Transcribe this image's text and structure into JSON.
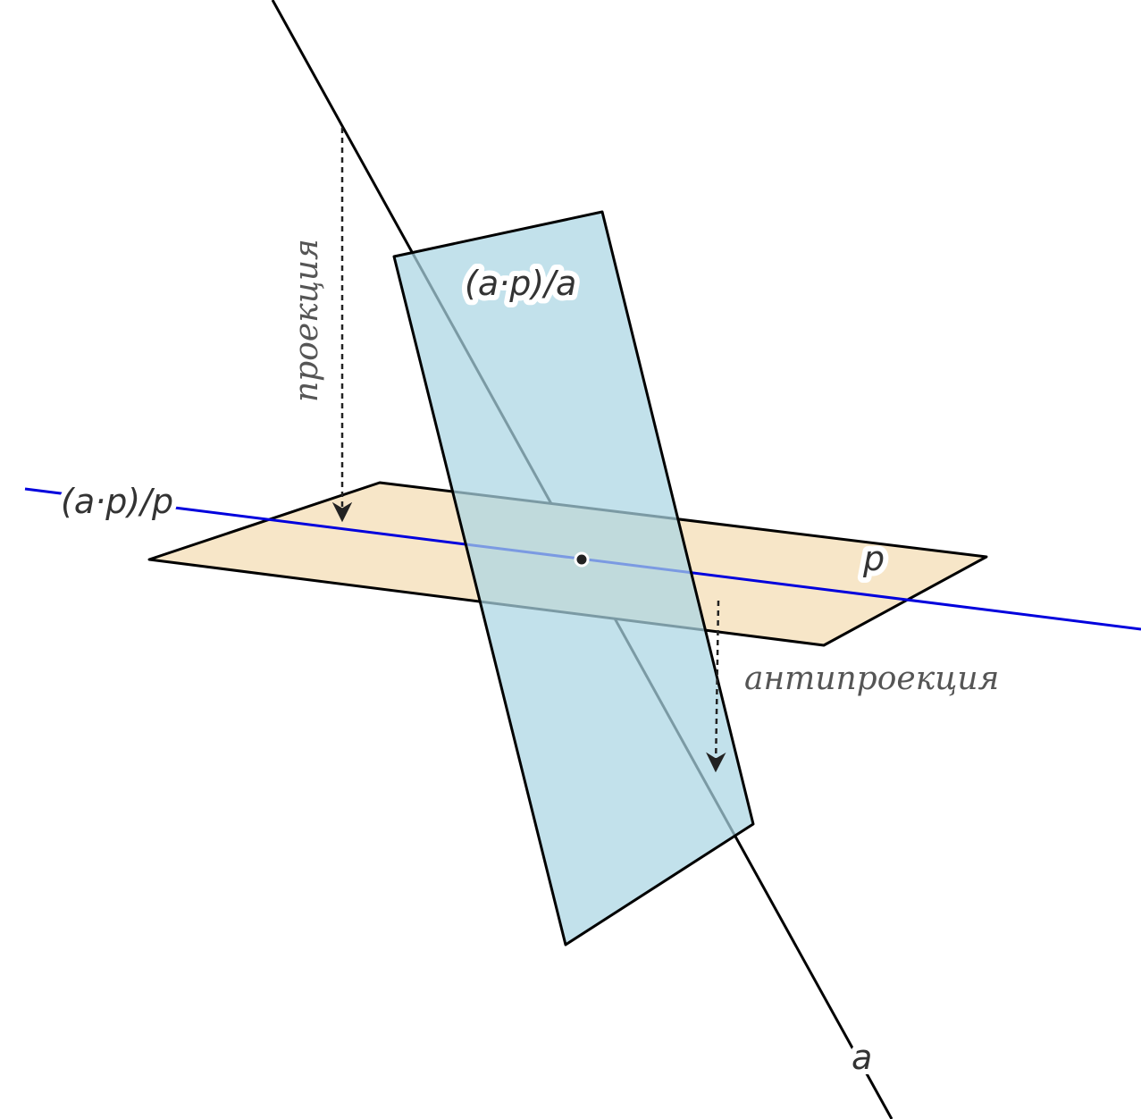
{
  "labels": {
    "plane_a_label": "(a·p)/a",
    "line_p_label": "(a·p)/p",
    "plane_p_label": "p",
    "line_a_label": "a",
    "projection_label": "проекция",
    "antiprojection_label": "антипроекция"
  },
  "colors": {
    "plane_p_fill": "#f7e6c8",
    "plane_a_fill": "#abd5e3",
    "outline": "#000000",
    "blue_line": "#0000dd",
    "label_text": "#333333",
    "italic_text": "#555555",
    "arrow": "#222222"
  }
}
